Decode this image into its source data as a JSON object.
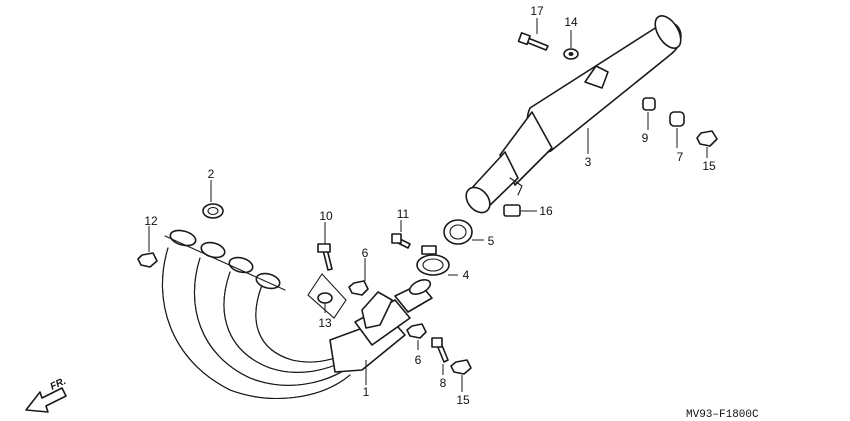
{
  "diagram": {
    "code": "MV93–F1800C",
    "direction_label": "FR.",
    "callouts": [
      {
        "id": "c17",
        "label": "17"
      },
      {
        "id": "c14",
        "label": "14"
      },
      {
        "id": "c9",
        "label": "9"
      },
      {
        "id": "c7",
        "label": "7"
      },
      {
        "id": "c15a",
        "label": "15"
      },
      {
        "id": "c3",
        "label": "3"
      },
      {
        "id": "c2",
        "label": "2"
      },
      {
        "id": "c12",
        "label": "12"
      },
      {
        "id": "c10",
        "label": "10"
      },
      {
        "id": "c11",
        "label": "11"
      },
      {
        "id": "c16",
        "label": "16"
      },
      {
        "id": "c5",
        "label": "5"
      },
      {
        "id": "c4",
        "label": "4"
      },
      {
        "id": "c6a",
        "label": "6"
      },
      {
        "id": "c13",
        "label": "13"
      },
      {
        "id": "c6b",
        "label": "6"
      },
      {
        "id": "c8",
        "label": "8"
      },
      {
        "id": "c15b",
        "label": "15"
      },
      {
        "id": "c1",
        "label": "1"
      }
    ]
  }
}
